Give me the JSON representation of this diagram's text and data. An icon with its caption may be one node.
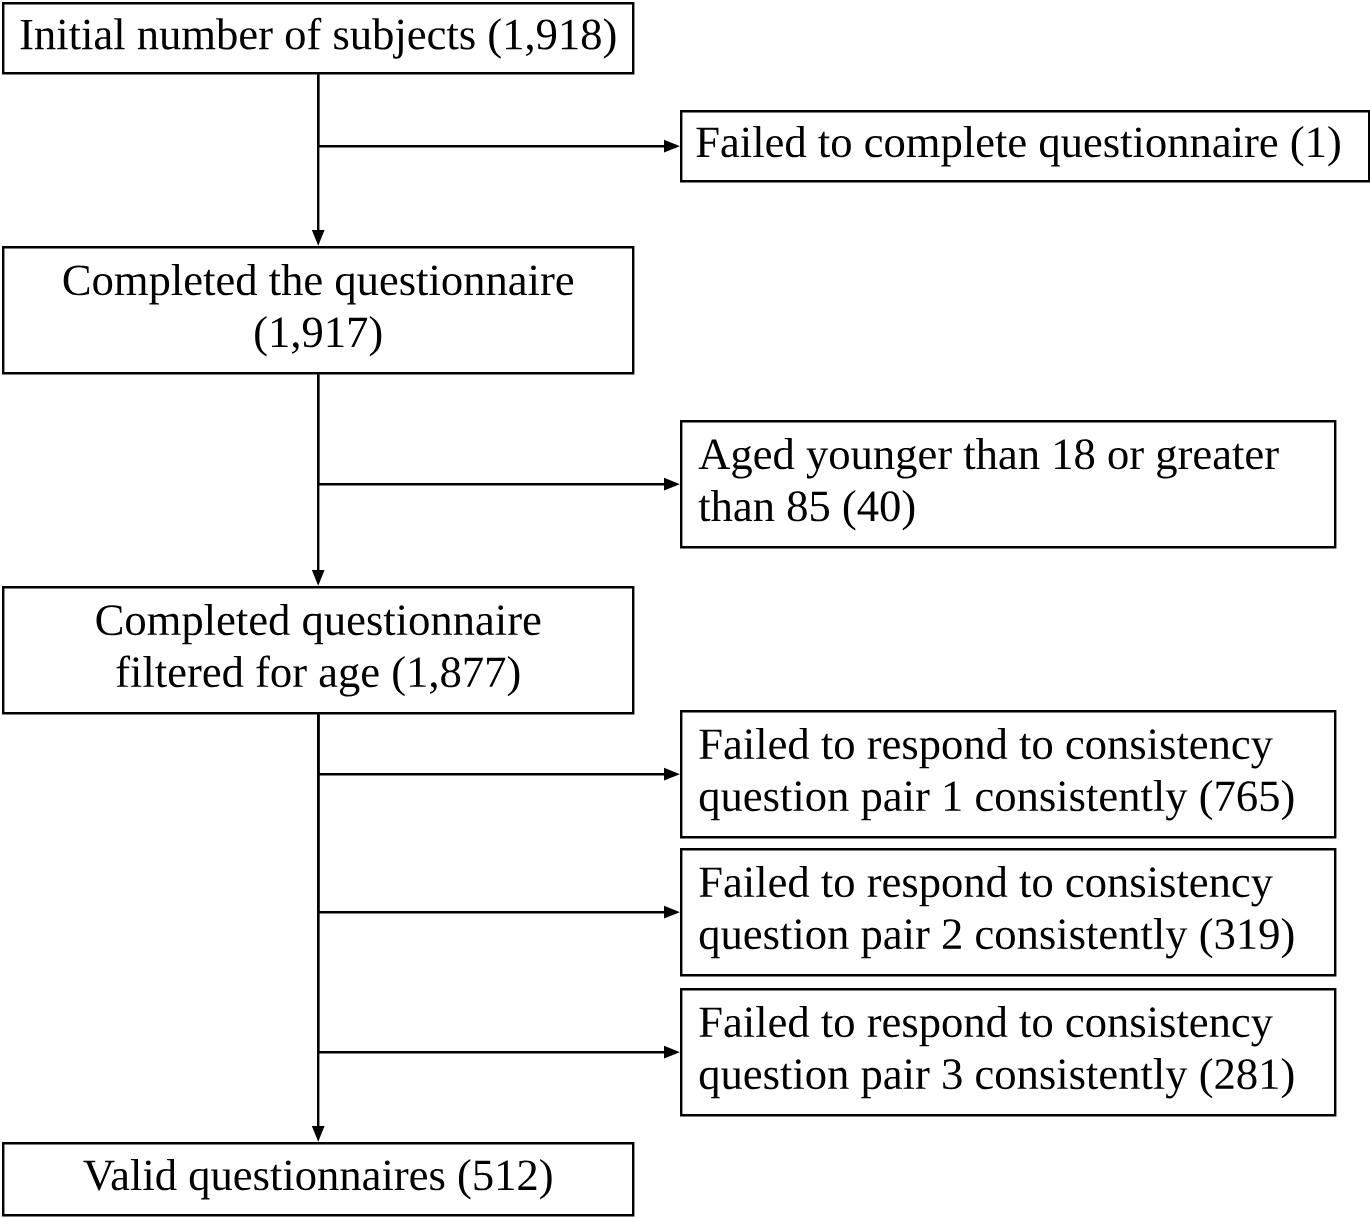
{
  "diagram": {
    "nodes": [
      {
        "text": [
          "Initial number of subjects (1,918)"
        ]
      },
      {
        "text": [
          "Failed to complete questionnaire (1)"
        ]
      },
      {
        "text": [
          "Completed the questionnaire (1,917)"
        ]
      },
      {
        "text": [
          "Aged younger than 18 or greater than 85 (40)"
        ]
      },
      {
        "text": [
          "Completed questionnaire filtered for age (1,877)"
        ]
      },
      {
        "text": [
          "Failed to respond to consistency question pair 1 consistently (765)"
        ]
      },
      {
        "text": [
          "Failed to respond to consistency question pair 2 consistently (319)"
        ]
      },
      {
        "text": [
          "Failed to respond to consistency question pair 3 consistently (281)"
        ]
      },
      {
        "text": [
          "Valid questionnaires (512)"
        ]
      }
    ],
    "edges": [
      {
        "from": 0,
        "to": 1,
        "arrow": "to"
      },
      {
        "from": 0,
        "to": 2,
        "arrow": "to"
      },
      {
        "from": 2,
        "to": 3,
        "arrow": "to"
      },
      {
        "from": 2,
        "to": 4,
        "arrow": "to"
      },
      {
        "from": 4,
        "to": 5,
        "arrow": "to"
      },
      {
        "from": 4,
        "to": 6,
        "arrow": "to"
      },
      {
        "from": 4,
        "to": 7,
        "arrow": "to"
      },
      {
        "from": 4,
        "to": 8,
        "arrow": "to"
      }
    ]
  }
}
